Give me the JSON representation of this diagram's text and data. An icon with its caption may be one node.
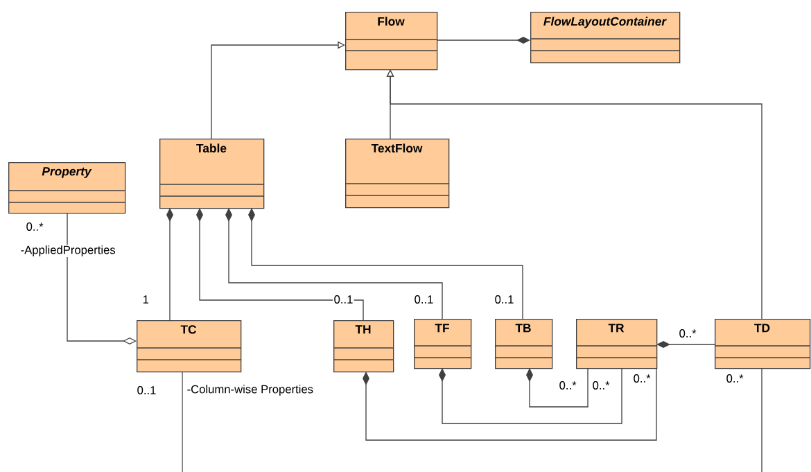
{
  "diagram": {
    "nodes": [
      {
        "text": [
          "Flow"
        ]
      },
      {
        "text": [
          "FlowLayoutContainer"
        ]
      },
      {
        "text": [
          "Table"
        ]
      },
      {
        "text": [
          "TextFlow"
        ]
      },
      {
        "text": [
          "Property"
        ]
      },
      {
        "text": [
          "TC"
        ]
      },
      {
        "text": [
          "TH"
        ]
      },
      {
        "text": [
          "TF"
        ]
      },
      {
        "text": [
          "TB"
        ]
      },
      {
        "text": [
          "TR"
        ]
      },
      {
        "text": [
          "TD"
        ]
      }
    ],
    "edges": [
      {
        "from": 2,
        "to": 0,
        "arrow": "to"
      },
      {
        "from": 3,
        "to": 0,
        "arrow": "to"
      },
      {
        "from": 10,
        "to": 0,
        "arrow": "to"
      },
      {
        "from": 1,
        "to": 0,
        "arrow": "other"
      },
      {
        "from": 2,
        "to": 5,
        "arrow": "other"
      },
      {
        "from": 2,
        "to": 6,
        "arrow": "other"
      },
      {
        "from": 2,
        "to": 7,
        "arrow": "other"
      },
      {
        "from": 2,
        "to": 8,
        "arrow": "other"
      },
      {
        "from": 5,
        "to": 4,
        "arrow": "other"
      },
      {
        "from": 9,
        "to": 10,
        "arrow": "other"
      },
      {
        "from": 6,
        "to": 9,
        "arrow": "other"
      },
      {
        "from": 7,
        "to": 9,
        "arrow": "other"
      },
      {
        "from": 8,
        "to": 9,
        "arrow": "other"
      },
      {
        "from": 5,
        "to": null,
        "arrow": "none"
      },
      {
        "from": 10,
        "to": null,
        "arrow": "none"
      }
    ],
    "labels": [
      "0..*",
      "-AppliedProperties",
      "1",
      "0..1",
      "0..1",
      "0..1",
      "0..*",
      "0..*",
      "0..*",
      "0..*",
      "0..*",
      "0..1",
      "-Column-wise Properties"
    ]
  }
}
